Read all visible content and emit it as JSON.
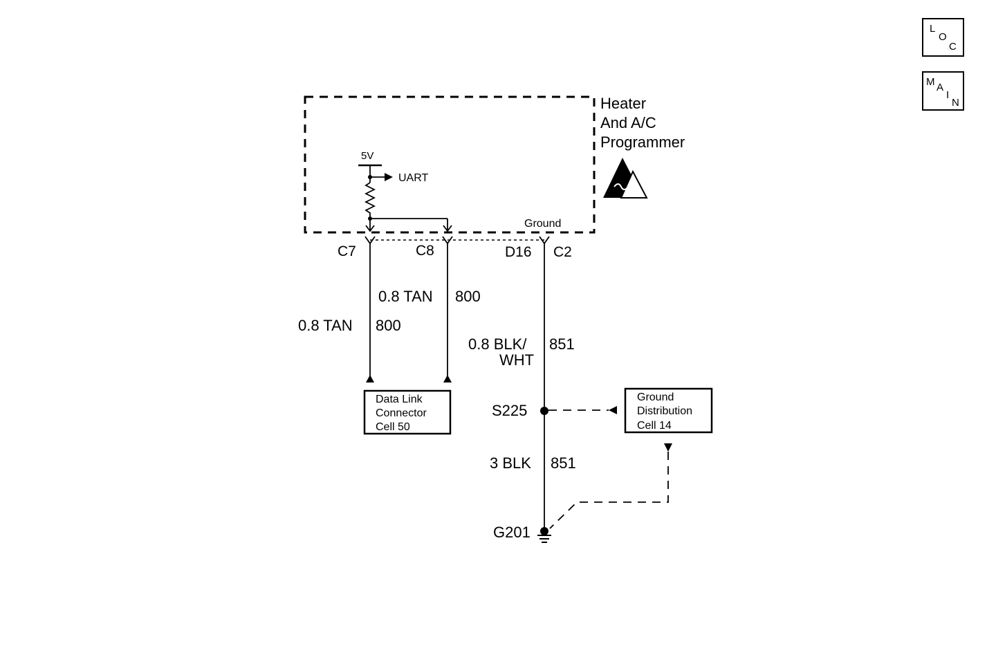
{
  "nav": {
    "loc": {
      "l1": "L",
      "l2": "O",
      "l3": "C"
    },
    "main": {
      "l1": "M",
      "l2": "A",
      "l3": "I",
      "l4": "N"
    }
  },
  "module": {
    "title_line1": "Heater",
    "title_line2": "And A/C",
    "title_line3": "Programmer",
    "voltage": "5V",
    "uart": "UART",
    "ground": "Ground"
  },
  "connectors": {
    "c7": "C7",
    "c8": "C8",
    "d16": "D16",
    "c2": "C2"
  },
  "wires": {
    "c7_size_color": "0.8 TAN",
    "c7_circuit": "800",
    "c8_size_color": "0.8 TAN",
    "c8_circuit": "800",
    "gnd_size_color_1": "0.8 BLK/",
    "gnd_size_color_2": "WHT",
    "gnd_circuit": "851",
    "lower_size_color": "3 BLK",
    "lower_circuit": "851"
  },
  "splice": "S225",
  "ground_point": "G201",
  "dlc_box": {
    "line1": "Data Link",
    "line2": "Connector",
    "line3": "Cell 50"
  },
  "gnd_dist_box": {
    "line1": "Ground",
    "line2": "Distribution",
    "line3": "Cell 14"
  }
}
